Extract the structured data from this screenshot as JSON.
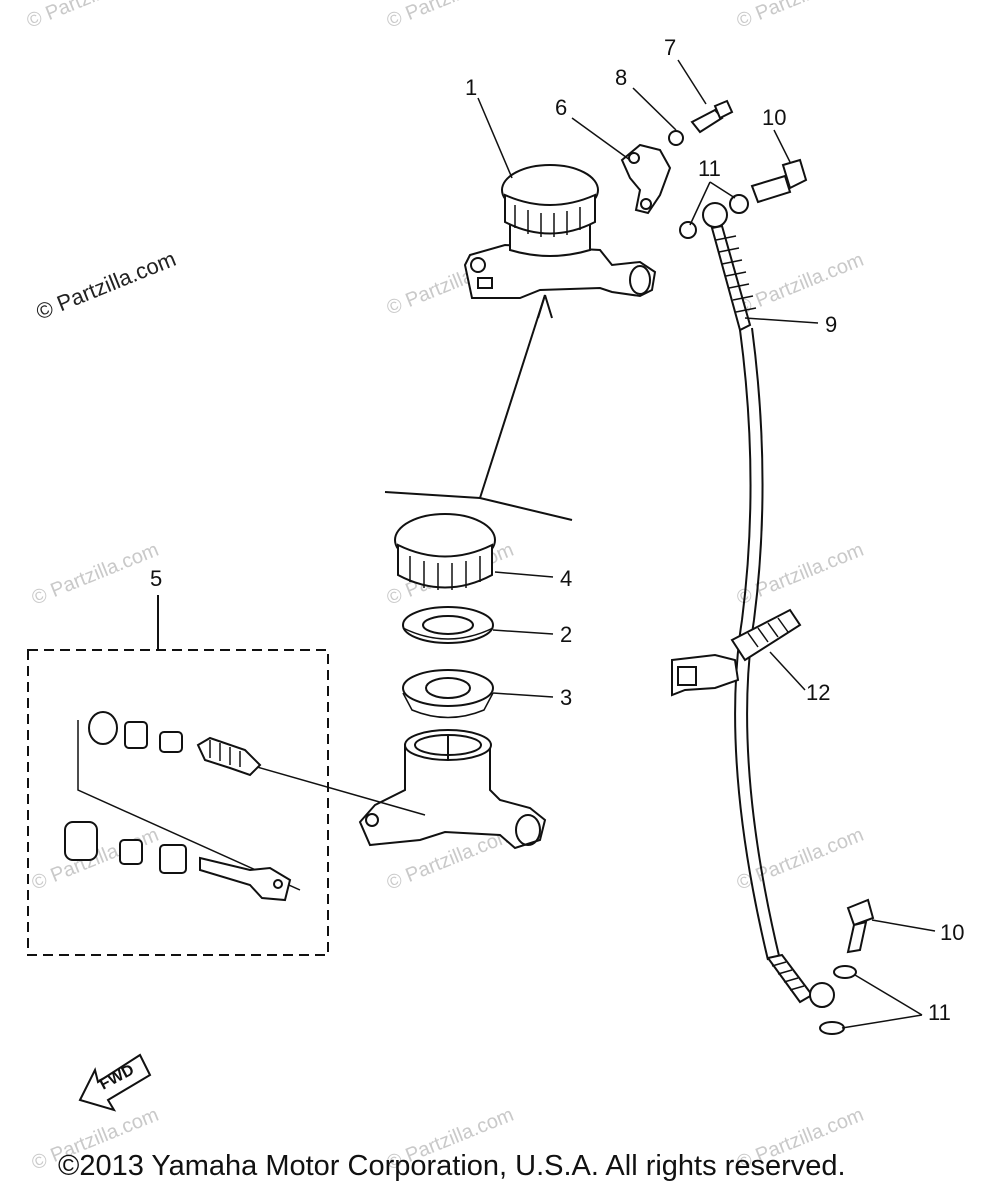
{
  "watermark": "© Partzilla.com",
  "copyright": "©2013 Yamaha Motor Corporation, U.S.A. All rights reserved.",
  "fwd_label": "FWD",
  "callouts": {
    "c1": "1",
    "c2": "2",
    "c3": "3",
    "c4": "4",
    "c5": "5",
    "c6": "6",
    "c7": "7",
    "c8": "8",
    "c9": "9",
    "c10a": "10",
    "c10b": "10",
    "c11a": "11",
    "c11b": "11",
    "c12": "12"
  }
}
